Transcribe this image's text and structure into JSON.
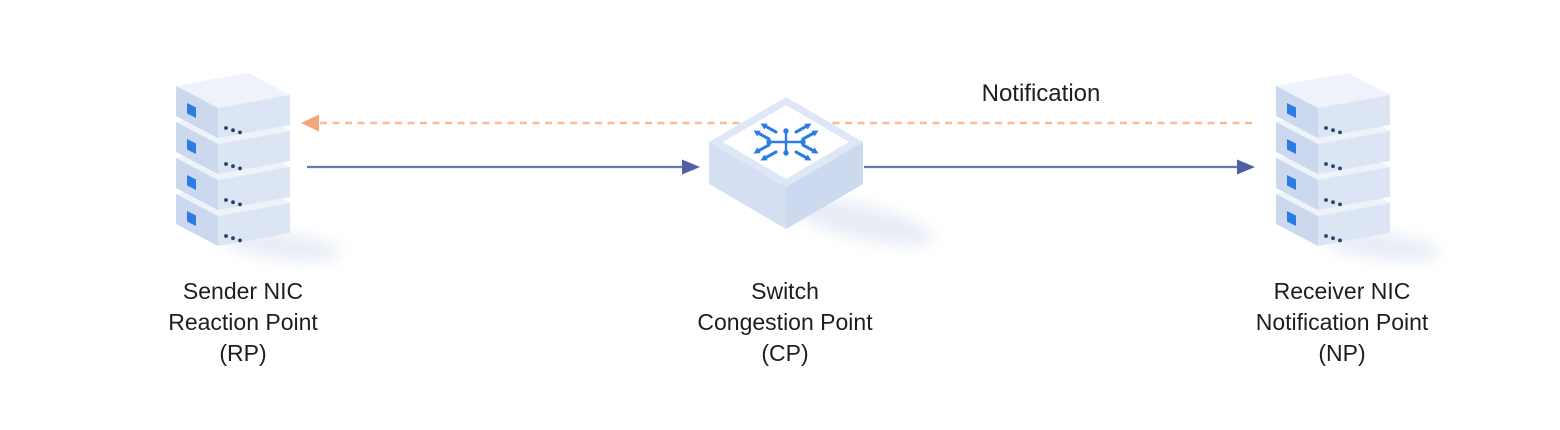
{
  "nodes": {
    "sender": {
      "icon": "server-stack-icon",
      "line1": "Sender NIC",
      "line2": "Reaction Point",
      "line3": "(RP)"
    },
    "switch": {
      "icon": "switch-icon",
      "line1": "Switch",
      "line2": "Congestion Point",
      "line3": "(CP)"
    },
    "receiver": {
      "icon": "server-stack-icon",
      "line1": "Receiver NIC",
      "line2": "Notification Point",
      "line3": "(NP)"
    }
  },
  "arrows": {
    "notification": {
      "label": "Notification",
      "style": "dashed",
      "direction": "right-to-left"
    },
    "sender_to_switch": {
      "style": "solid",
      "direction": "left-to-right"
    },
    "switch_to_receiver": {
      "style": "solid",
      "direction": "left-to-right"
    }
  },
  "colors": {
    "background": "#ffffff",
    "text": "#1e1e1e",
    "server-top": "#eef3fb",
    "server-left": "#ccd8ee",
    "server-right": "#dbe5f4",
    "led-blue": "#2a7de2",
    "dot-navy": "#2b4168",
    "switch-frame": "#dde7f5",
    "switch-top": "#ffffff",
    "switch-left": "#d4dff1",
    "switch-right": "#ccd9ee",
    "icon-blue": "#2a7de2",
    "flow-line": "#6379b9",
    "flow-head": "#4e5fa4",
    "notif-line": "#f8bd96",
    "notif-head": "#f4a679",
    "shadow": "#e3e9f4"
  }
}
